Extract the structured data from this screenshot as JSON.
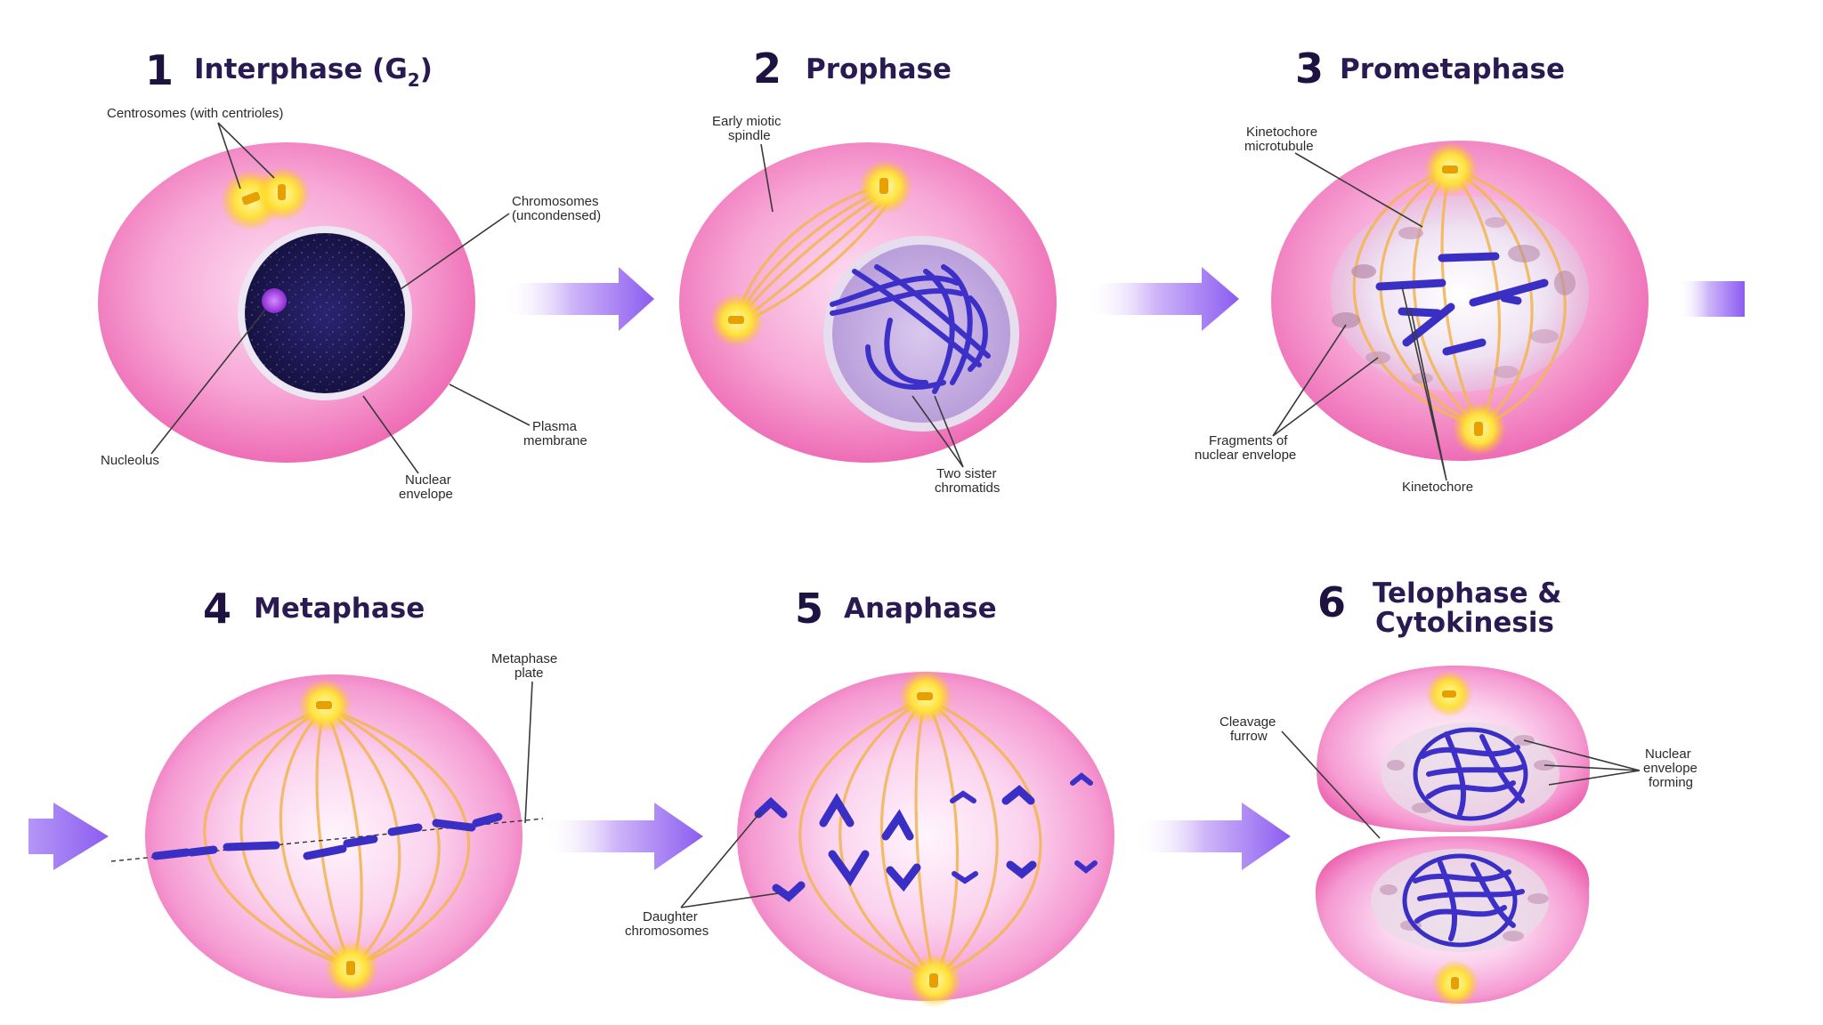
{
  "phases": [
    {
      "number": "1",
      "title": "Interphase (G",
      "title_sub": "2",
      "title_end": ")"
    },
    {
      "number": "2",
      "title": "Prophase"
    },
    {
      "number": "3",
      "title": "Prometaphase"
    },
    {
      "number": "4",
      "title": "Metaphase"
    },
    {
      "number": "5",
      "title": "Anaphase"
    },
    {
      "number": "6",
      "title_line1": "Telophase &",
      "title_line2": "Cytokinesis"
    }
  ],
  "labels": {
    "centrosomes": "Centrosomes (with centrioles)",
    "chromosomes_l1": "Chromosomes",
    "chromosomes_l2": "(uncondensed)",
    "nucleolus": "Nucleolus",
    "nuclear_envelope_l1": "Nuclear",
    "nuclear_envelope_l2": "envelope",
    "plasma_membrane_l1": "Plasma",
    "plasma_membrane_l2": "membrane",
    "early_spindle_l1": "Early miotic",
    "early_spindle_l2": "spindle",
    "sister_chromatids_l1": "Two sister",
    "sister_chromatids_l2": "chromatids",
    "kinetochore_mt_l1": "Kinetochore",
    "kinetochore_mt_l2": "microtubule",
    "fragments_l1": "Fragments of",
    "fragments_l2": "nuclear envelope",
    "kinetochore": "Kinetochore",
    "metaphase_plate_l1": "Metaphase",
    "metaphase_plate_l2": "plate",
    "daughter_l1": "Daughter",
    "daughter_l2": "chromosomes",
    "cleavage_l1": "Cleavage",
    "cleavage_l2": "furrow",
    "envelope_forming_l1": "Nuclear",
    "envelope_forming_l2": "envelope",
    "envelope_forming_l3": "forming"
  },
  "colors": {
    "cell_pink": "#f06ab4",
    "cell_light": "#fbd0ec",
    "arrow_purple": "#8b5cf0",
    "chromosome_blue": "#3a2fc4",
    "centrosome_yellow": "#ffd400",
    "spindle_orange": "#f2b658",
    "title_navy": "#2a1a52"
  }
}
